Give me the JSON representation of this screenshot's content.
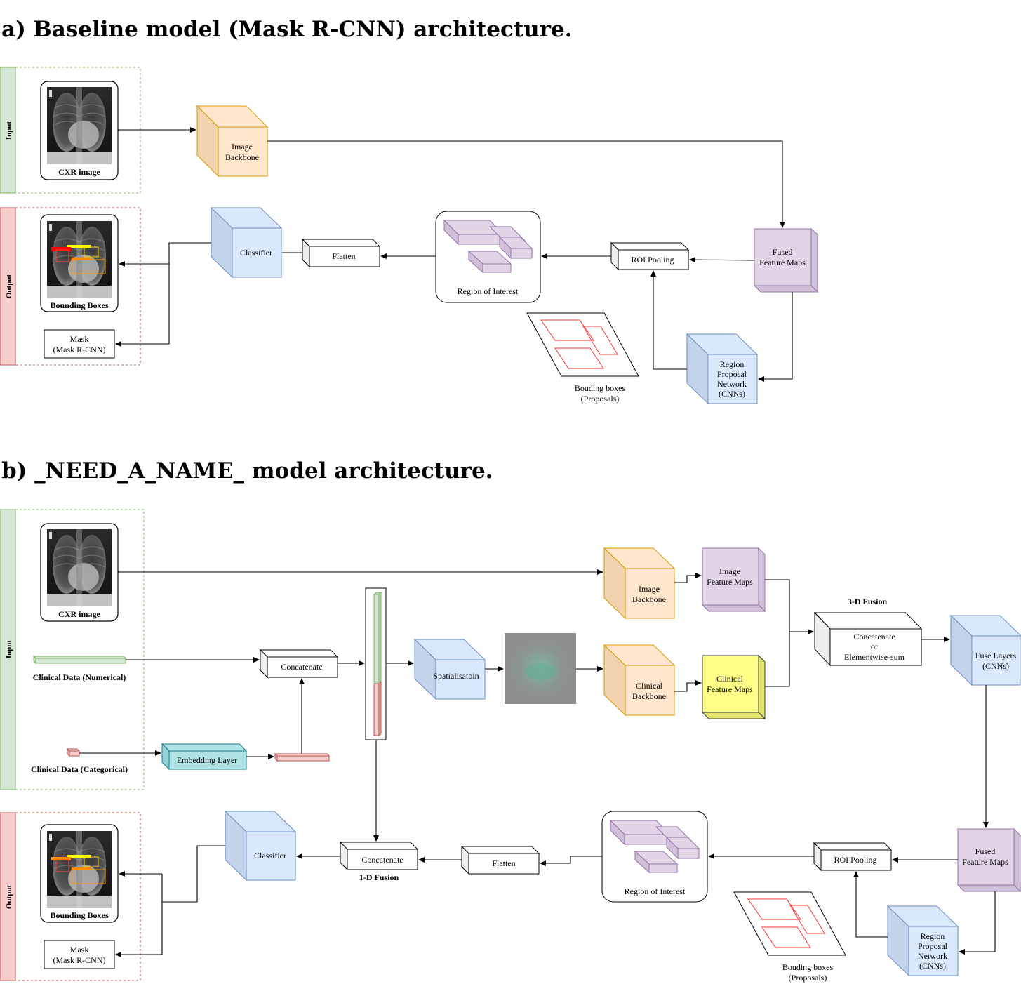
{
  "colors": {
    "orange_face": "#ffe6cc",
    "orange_stroke": "#d79b00",
    "purple_face": "#e1d5e7",
    "purple_stroke": "#9673a6",
    "blue_face": "#dae8fc",
    "blue_stroke": "#6c8ebf",
    "teal_face": "#b0e3e6",
    "teal_stroke": "#0e8088",
    "yellow_face": "#ffff88",
    "yellow_stroke": "#36393d",
    "green_face": "#d5e8d4",
    "green_stroke": "#82b366",
    "red_face": "#f8cecc",
    "red_stroke": "#b85450",
    "white_face": "#ffffff",
    "white_stroke": "#000000"
  },
  "section_a": {
    "title": "a) Baseline model (Mask R-CNN) architecture.",
    "input_band": "Input",
    "output_band": "Output",
    "cxr_label": "CXR image",
    "image_backbone": [
      "Image",
      "Backbone"
    ],
    "fused_feature_maps": [
      "Fused",
      "Feature Maps"
    ],
    "roi_pooling": "ROI Pooling",
    "region_of_interest": "Region of Interest",
    "flatten": "Flatten",
    "classifier": "Classifier",
    "bounding_boxes": "Bounding Boxes",
    "mask": [
      "Mask",
      "(Mask R-CNN)"
    ],
    "rpn": [
      "Region",
      "Proposal",
      "Network",
      "(CNNs)"
    ],
    "proposals": [
      "Bouding boxes",
      "(Proposals)"
    ]
  },
  "section_b": {
    "title": "b) _NEED_A_NAME_ model architecture.",
    "input_band": "Input",
    "output_band": "Output",
    "cxr_label": "CXR image",
    "clinical_numerical": "Clinical Data (Numerical)",
    "clinical_categorical": "Clinical Data (Categorical)",
    "embedding_layer": "Embedding Layer",
    "concatenate_top": "Concatenate",
    "spatialisation": "Spatialisatoin",
    "image_backbone": [
      "Image",
      "Backbone"
    ],
    "image_feature_maps": [
      "Image",
      "Feature Maps"
    ],
    "clinical_backbone": [
      "Clinical",
      "Backbone"
    ],
    "clinical_feature_maps": [
      "Clinical",
      "Feature Maps"
    ],
    "fusion_3d_title": "3-D Fusion",
    "fusion_3d_box": [
      "Concatenate",
      "or",
      "Elementwise-sum"
    ],
    "fuse_layers": [
      "Fuse Layers",
      "(CNNs)"
    ],
    "fused_feature_maps": [
      "Fused",
      "Feature Maps"
    ],
    "roi_pooling": "ROI Pooling",
    "region_of_interest": "Region of Interest",
    "flatten": "Flatten",
    "concatenate_bottom": "Concatenate",
    "fusion_1d": "1-D Fusion",
    "classifier": "Classifier",
    "bounding_boxes": "Bounding Boxes",
    "mask": [
      "Mask",
      "(Mask R-CNN)"
    ],
    "rpn": [
      "Region",
      "Proposal",
      "Network",
      "(CNNs)"
    ],
    "proposals": [
      "Bouding boxes",
      "(Proposals)"
    ]
  }
}
